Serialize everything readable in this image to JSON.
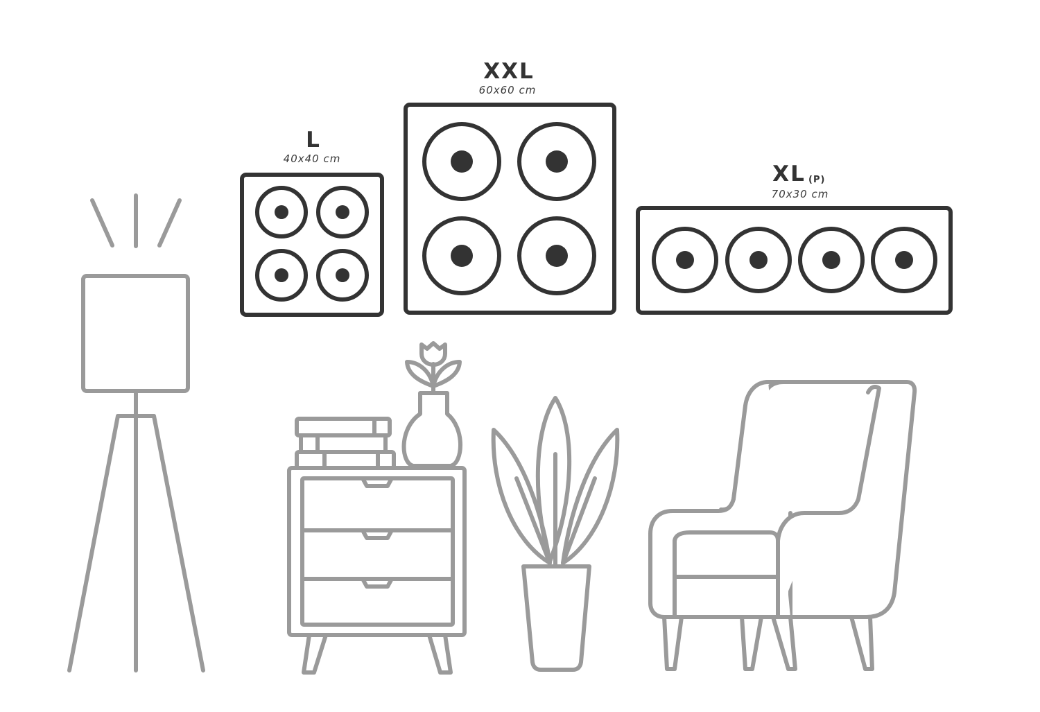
{
  "products": [
    {
      "id": "l",
      "label": "L",
      "variant": "",
      "dimensions": "40x40 cm",
      "layout": "2x2 grid"
    },
    {
      "id": "xxl",
      "label": "XXL",
      "variant": "",
      "dimensions": "60x60 cm",
      "layout": "2x2 grid"
    },
    {
      "id": "xl",
      "label": "XL",
      "variant": "(P)",
      "dimensions": "70x30 cm",
      "layout": "1x4 row"
    }
  ],
  "colors": {
    "panel": "#333333",
    "furniture": "#9a9a9a",
    "background": "#ffffff"
  },
  "illustration": {
    "items": [
      "floor-lamp-icon",
      "nightstand-icon",
      "books-icon",
      "vase-icon",
      "potted-plant-icon",
      "armchair-icon"
    ]
  }
}
